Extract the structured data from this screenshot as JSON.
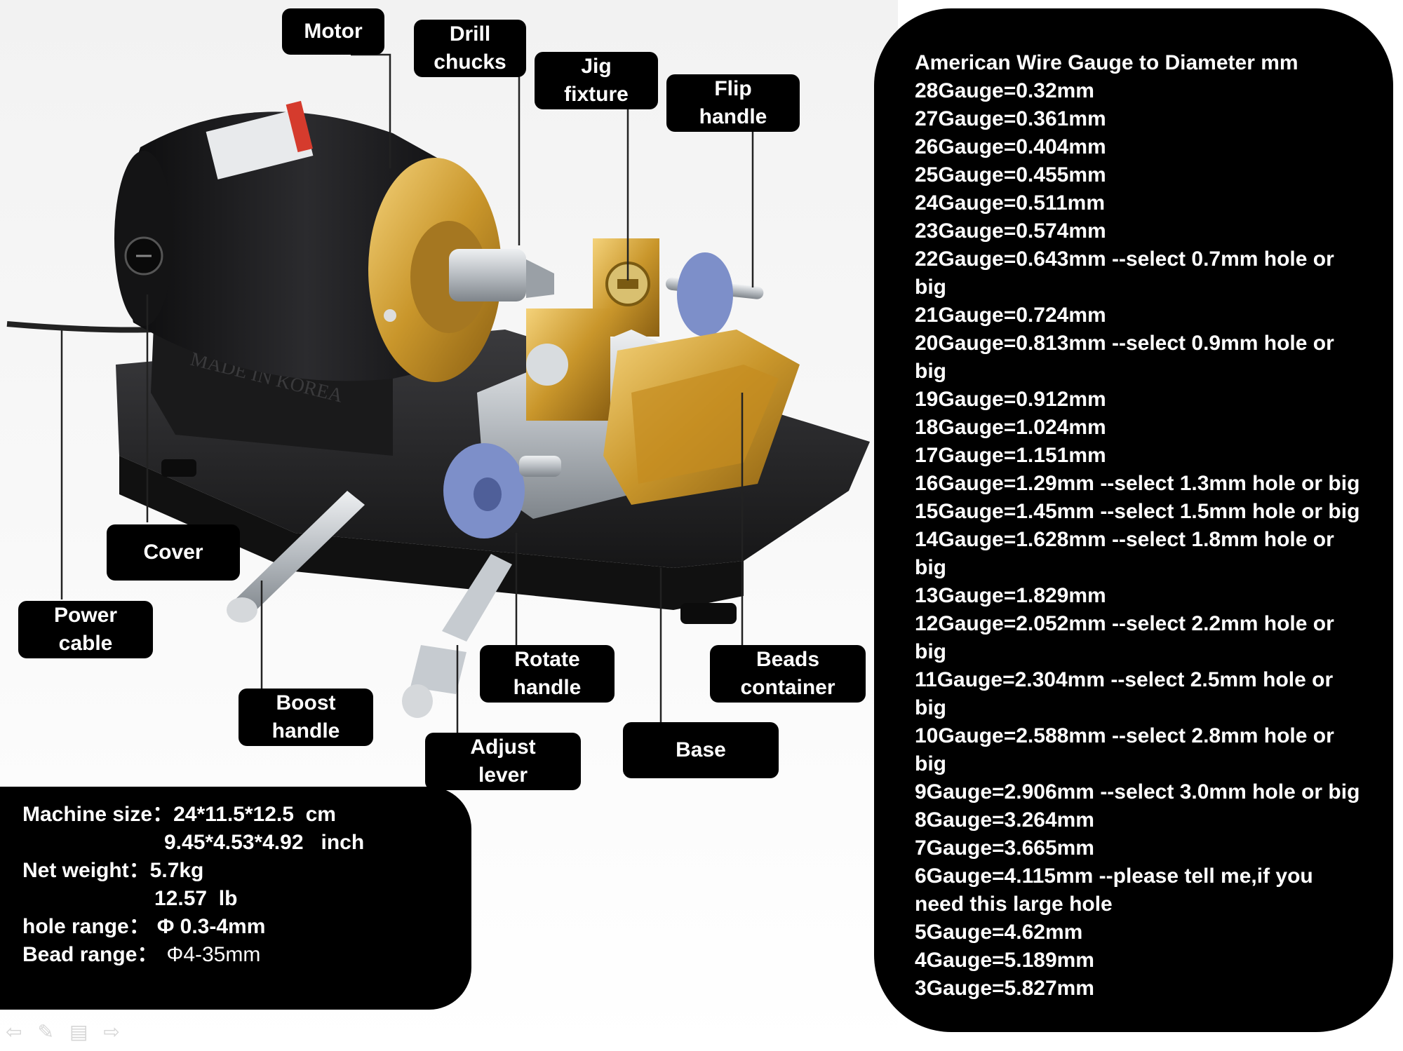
{
  "callouts": [
    {
      "id": "motor",
      "label": "Motor"
    },
    {
      "id": "drill-chucks",
      "label": "Drill\nchucks"
    },
    {
      "id": "jig-fixture",
      "label": "Jig\nfixture"
    },
    {
      "id": "flip-handle",
      "label": "Flip\nhandle"
    },
    {
      "id": "cover",
      "label": "Cover"
    },
    {
      "id": "power-cable",
      "label": "Power\ncable"
    },
    {
      "id": "boost-handle",
      "label": "Boost\nhandle"
    },
    {
      "id": "rotate-handle",
      "label": "Rotate\nhandle"
    },
    {
      "id": "beads-container",
      "label": "Beads\ncontainer"
    },
    {
      "id": "adjust-lever",
      "label": "Adjust\nlever"
    },
    {
      "id": "base",
      "label": "Base"
    }
  ],
  "gauge_table": {
    "title": "American Wire Gauge to Diameter mm",
    "lines": [
      "28Gauge=0.32mm",
      "27Gauge=0.361mm",
      "26Gauge=0.404mm",
      "25Gauge=0.455mm",
      "24Gauge=0.511mm",
      "23Gauge=0.574mm",
      "22Gauge=0.643mm --select 0.7mm hole or",
      "big",
      "21Gauge=0.724mm",
      "20Gauge=0.813mm --select 0.9mm hole or",
      "big",
      "19Gauge=0.912mm",
      "18Gauge=1.024mm",
      "17Gauge=1.151mm",
      "16Gauge=1.29mm --select 1.3mm hole or big",
      "15Gauge=1.45mm --select 1.5mm hole or big",
      "14Gauge=1.628mm --select 1.8mm hole or",
      "big",
      "13Gauge=1.829mm",
      "12Gauge=2.052mm --select 2.2mm hole or",
      "big",
      "11Gauge=2.304mm --select 2.5mm hole or",
      "big",
      "10Gauge=2.588mm --select 2.8mm hole or",
      "big",
      "9Gauge=2.906mm --select 3.0mm hole or big",
      "8Gauge=3.264mm",
      "7Gauge=3.665mm",
      "6Gauge=4.115mm --please tell me,if you",
      "need this large hole",
      "5Gauge=4.62mm",
      "4Gauge=5.189mm",
      "3Gauge=5.827mm"
    ]
  },
  "specs": {
    "size_label": "Machine size：",
    "size_cm": "24*11.5*12.5  cm",
    "size_inch": "9.45*4.53*4.92   inch",
    "weight_label": "Net weight：",
    "weight_kg": "5.7kg",
    "weight_lb": "12.57  lb",
    "hole_label": "hole range：",
    "hole_value": "Φ 0.3-4mm",
    "bead_label": "Bead range：",
    "bead_value": "Φ4-35mm"
  },
  "colors": {
    "callout_bg": "#000000",
    "callout_text": "#ffffff",
    "motor_body": "#1c1c1e",
    "brass": "#c99a2e",
    "steel": "#b8bcc0",
    "knob_blue": "#7d8fc9",
    "base_plate": "#2a2a2c"
  },
  "icons": [
    "back-arrow-icon",
    "pen-icon",
    "menu-icon",
    "forward-arrow-icon"
  ]
}
